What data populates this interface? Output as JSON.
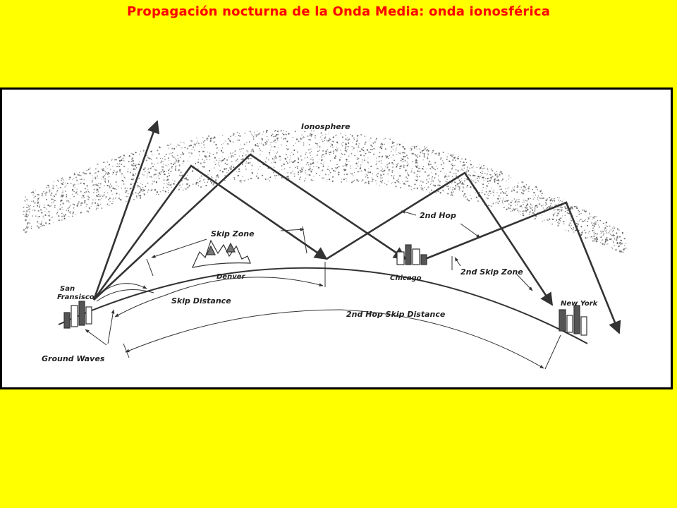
{
  "title": "Propagación nocturna de la Onda Media: onda ionosférica",
  "diagram": {
    "labels": {
      "ionosphere": "Ionosphere",
      "skip_zone": "Skip Zone",
      "second_hop": "2nd Hop",
      "second_skip_zone": "2nd Skip Zone",
      "skip_distance": "Skip Distance",
      "second_hop_skip_distance": "2nd Hop Skip Distance",
      "ground_waves": "Ground Waves",
      "denver": "Denver",
      "chicago": "Chicago",
      "new_york": "New York",
      "san_francisco_line1": "San",
      "san_francisco_line2": "Fransisco"
    }
  },
  "colors": {
    "background": "#ffff00",
    "title": "#ff0000",
    "frame": "#000000",
    "ink": "#333333"
  }
}
